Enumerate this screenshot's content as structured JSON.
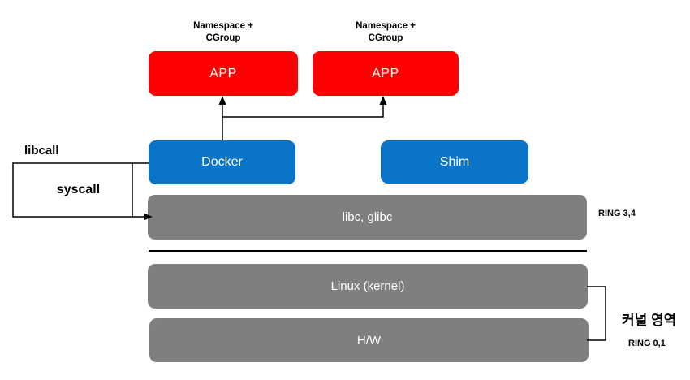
{
  "diagram": {
    "namespace_label_1": {
      "line1": "Namespace +",
      "line2": "CGroup"
    },
    "namespace_label_2": {
      "line1": "Namespace +",
      "line2": "CGroup"
    },
    "app_box_1": "APP",
    "app_box_2": "APP",
    "docker_box": "Docker",
    "shim_box": "Shim",
    "libc_bar": "libc, glibc",
    "kernel_bar": "Linux (kernel)",
    "hw_bar": "H/W",
    "libcall_label": "libcall",
    "syscall_label": "syscall",
    "ring_upper_label": "RING 3,4",
    "kernel_area_label": "커널 영역",
    "ring_lower_label": "RING 0,1"
  },
  "colors": {
    "app_box": "#fe0000",
    "service_box": "#0a74c6",
    "layer_bar": "#7f7f7f",
    "connector": "#000000",
    "label_text": "#000000",
    "text_on_fill": "#ffffff",
    "background": "#ffffff"
  }
}
